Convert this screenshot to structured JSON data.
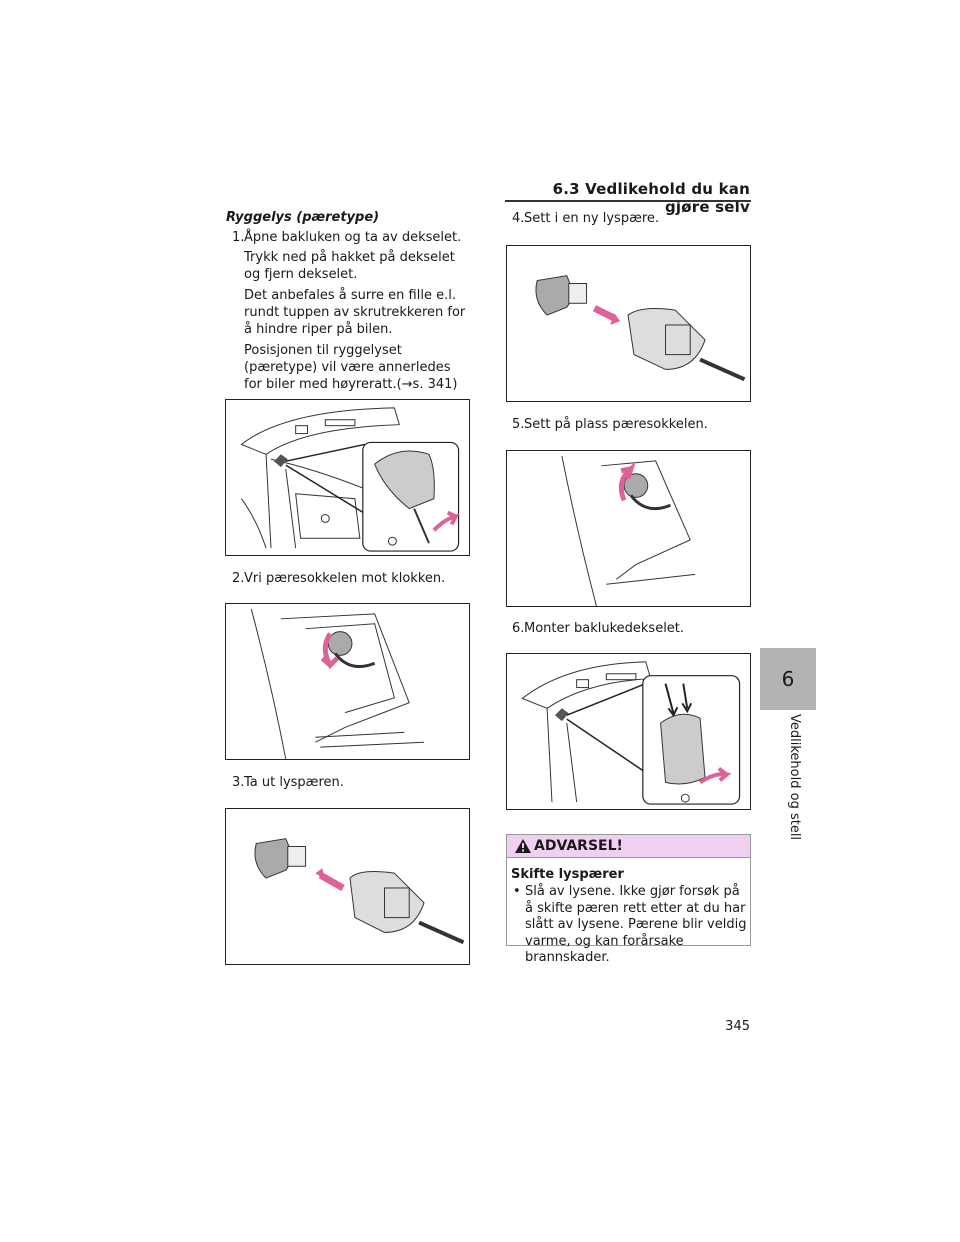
{
  "header": {
    "section": "6.3 Vedlikehold du kan gjøre selv"
  },
  "chapter": {
    "number": "6",
    "label": "Vedlikehold og stell"
  },
  "page_number": "345",
  "left": {
    "subheading": "Ryggelys (pæretype)",
    "step1": {
      "num": "1.",
      "text": "Åpne bakluken og ta av dekselet."
    },
    "para1": "Trykk ned på hakket på dekselet og fjern dekselet.",
    "para2": "Det anbefales å surre en fille e.l. rundt tuppen av skrutrekkeren for å hindre riper på bilen.",
    "para3": "Posisjonen til ryggelyset (pæretype) vil være annerledes for biler med høyreratt.(→s. 341)",
    "step2": {
      "num": "2.",
      "text": "Vri pæresokkelen mot klokken."
    },
    "step3": {
      "num": "3.",
      "text": "Ta ut lyspæren."
    }
  },
  "right": {
    "step4": {
      "num": "4.",
      "text": "Sett i en ny lyspære."
    },
    "step5": {
      "num": "5.",
      "text": "Sett på plass pæresokkelen."
    },
    "step6": {
      "num": "6.",
      "text": "Monter baklukedekselet."
    }
  },
  "warning": {
    "header": "ADVARSEL!",
    "title": "Skifte lyspærer",
    "bullet": "•",
    "text": "Slå av lysene. Ikke gjør forsøk på å skifte pæren rett etter at du har slått av lysene. Pærene blir veldig varme, og kan forårsake brannskader."
  },
  "colors": {
    "arrow": "#e0609a",
    "tab": "#b3b3b3",
    "warning_bg": "#f0d0f0"
  }
}
